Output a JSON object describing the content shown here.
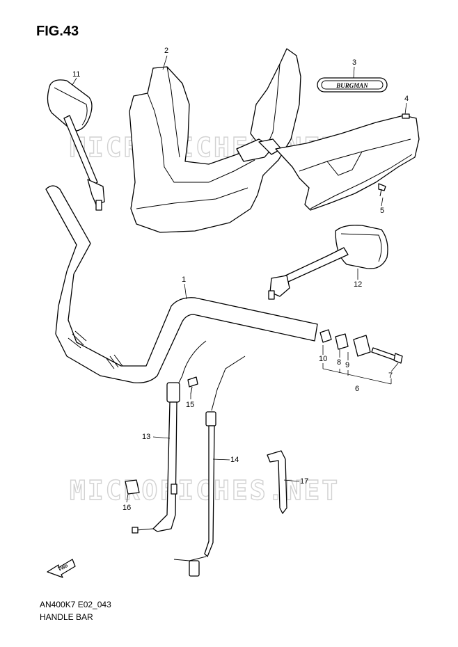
{
  "figure": {
    "title": "FIG.43",
    "code": "AN400K7 E02_043",
    "name": "HANDLE BAR"
  },
  "watermark": "MICROFICHES.NET",
  "emblem_text": "BURGMAN",
  "fwd_label": "FWD",
  "callouts": [
    {
      "id": "1",
      "label": "1"
    },
    {
      "id": "2",
      "label": "2"
    },
    {
      "id": "3",
      "label": "3"
    },
    {
      "id": "4",
      "label": "4"
    },
    {
      "id": "5",
      "label": "5"
    },
    {
      "id": "6",
      "label": "6"
    },
    {
      "id": "7",
      "label": "7"
    },
    {
      "id": "8",
      "label": "8"
    },
    {
      "id": "9",
      "label": "9"
    },
    {
      "id": "10",
      "label": "10"
    },
    {
      "id": "11",
      "label": "11"
    },
    {
      "id": "12",
      "label": "12"
    },
    {
      "id": "13",
      "label": "13"
    },
    {
      "id": "14",
      "label": "14"
    },
    {
      "id": "15",
      "label": "15"
    },
    {
      "id": "16",
      "label": "16"
    },
    {
      "id": "17",
      "label": "17"
    }
  ],
  "colors": {
    "line": "#000000",
    "watermark": "#d2d2d2",
    "background": "#ffffff"
  }
}
